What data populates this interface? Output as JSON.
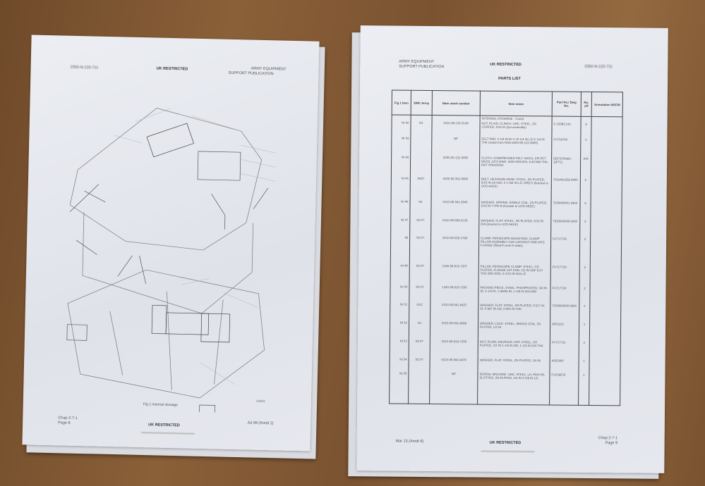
{
  "left_page": {
    "header_code": "2350-N-120-711",
    "header_center": "UK RESTRICTED",
    "header_right_1": "ARMY EQUIPMENT",
    "header_right_2": "SUPPORT PUBLICATION",
    "figure_caption": "Fig 1  Internal stowage",
    "figure_ref": "14101",
    "footer_left_1": "Chap 2-7-1",
    "footer_left_2": "Page 8",
    "footer_center": "UK RESTRICTED",
    "footer_right": "Jul 08 (Amdt 2)"
  },
  "right_page": {
    "header_left_1": "ARMY EQUIPMENT",
    "header_left_2": "SUPPORT PUBLICATION",
    "header_center": "UK RESTRICTED",
    "header_code": "2350-N-120-711",
    "title": "PARTS LIST",
    "columns": [
      "Fig 1 Item",
      "DMC Army",
      "Nato stock number",
      "Item name",
      "Part No./ Dwg No.",
      "No. off",
      "Annotation NSCM"
    ],
    "section": "INTERNAL STOWAGE - Contd",
    "rows": [
      [
        "NI 42",
        "G1",
        "5310-99-135-0149",
        "NUT, PLAIN, CLINCH: UNC, STEEL, ZN COATED, 5/16 IN (pot assembly)",
        "5-150BC143",
        "8",
        ""
      ],
      [
        "NI 43",
        "",
        "NP",
        "FELT PAD: 2-1/4 IN W X 10-1/4 IN LG X 1/4 IN THK (make from NSN 8305-99-122-9060)",
        "FV750760",
        "2",
        ""
      ],
      [
        "NI 44",
        "",
        "8305-99-122-9060",
        "CLOTH, COMPRESSED FELT: WOOL 100 PCT WOOL 3373 G/M2, NON-WOVEN, 6.40 MM THK, ROT PROOFED",
        "DEFSTAN83-1(PT1)",
        "A/R",
        ""
      ],
      [
        "NI 45",
        "A927",
        "5305-99-362-6989",
        "BOLT, HEXAGON HEAD: STEEL, ZN PLATED, 5/16 IN-18 UNC X 1-5/8 IN LG, GRD 5 (bracket to UCD AKEE)",
        "7031401258 5900",
        "5",
        ""
      ],
      [
        "NI 46",
        "G1",
        "5310-99-941-6645",
        "WASHER, SPRING: SINGLE COIL, ZN PLATED, 5/16 IN TYPE B (bracket to UCD AKEE)",
        "7030000001 5900",
        "5",
        ""
      ],
      [
        "NI 47",
        "SCVT",
        "5310-99-669-5136",
        "WASHER, FLAT: STEEL, ZN PLATED, 5/16 IN DIA (bracket to UCD AKEE)",
        "7030000009 5900",
        "5",
        ""
      ],
      [
        "48",
        "SCVT",
        "2510-99-829-3789",
        "CLAMP, PERISCOPE MOUNTING: CLAMP PILLAR ASSEMBLY CAV LOCKNUT AND MTG FLANGE (fitted lh and rh sides)",
        "FV717730",
        "2",
        ""
      ],
      [
        "NI 49",
        "SCVT",
        "1240-99-816-7207",
        "PILLAR, PERISCOPE CLAMP: STEEL, CD PLATED, FLANGE 1ST END, 1/2 IN UNF EXT THD 2ND END, 5-1/16 IN O/A LG",
        "FV717729",
        "2",
        ""
      ],
      [
        "NI 50",
        "SCVT",
        "1240-99-818-7208",
        "PACKING PIECE, STEEL: PHOSPHATED, 3/4 IN ID, 2-1/4 IN, 1-49/64 IN, 1-1/8 IN O/A DIM",
        "FV717730",
        "2",
        ""
      ],
      [
        "NI 51",
        "G1C",
        "5310-99-941-8837",
        "WASHER, FLAT: STEEL, ZN PLATED, 0.517 IN ID, 0.987 IN OD, 0.092 IN THK",
        "7030000009 5900",
        "2",
        ""
      ],
      [
        "NI 52",
        "G1",
        "5310-99-941-8858",
        "WASHER, LOCK: STEEL, SINGLE COIL, ZN PLATED, 1/2 IN",
        "A051122",
        "1",
        ""
      ],
      [
        "NI 53",
        "SCVT",
        "5310-99-818-7209",
        "NUT, PLAIN, KNURLED: UNF, STEEL, CD PLATED, 1/2 IN 1-1/4 IN OD, 1-1/4 IN O/A THK",
        "FV717731",
        "2",
        ""
      ],
      [
        "NI 54",
        "SCVT",
        "5310-99-943-8479",
        "WASHER, FLAT: STEEL, ZN PLATED, 1/4 IN",
        "A051060",
        "1",
        ""
      ],
      [
        "NI 55",
        "",
        "NP",
        "SCREW, MACHINE: UNC, STEEL, LH, PAN HD, SLOTTED, ZN PLATED, 1/4 IN X 5/8 IN LG",
        "FV2285?6",
        "1",
        ""
      ]
    ],
    "footer_left": "Mar 13 (Amdt 6)",
    "footer_center": "UK RESTRICTED",
    "footer_right_1": "Chap 2-7-1",
    "footer_right_2": "Page 9"
  }
}
